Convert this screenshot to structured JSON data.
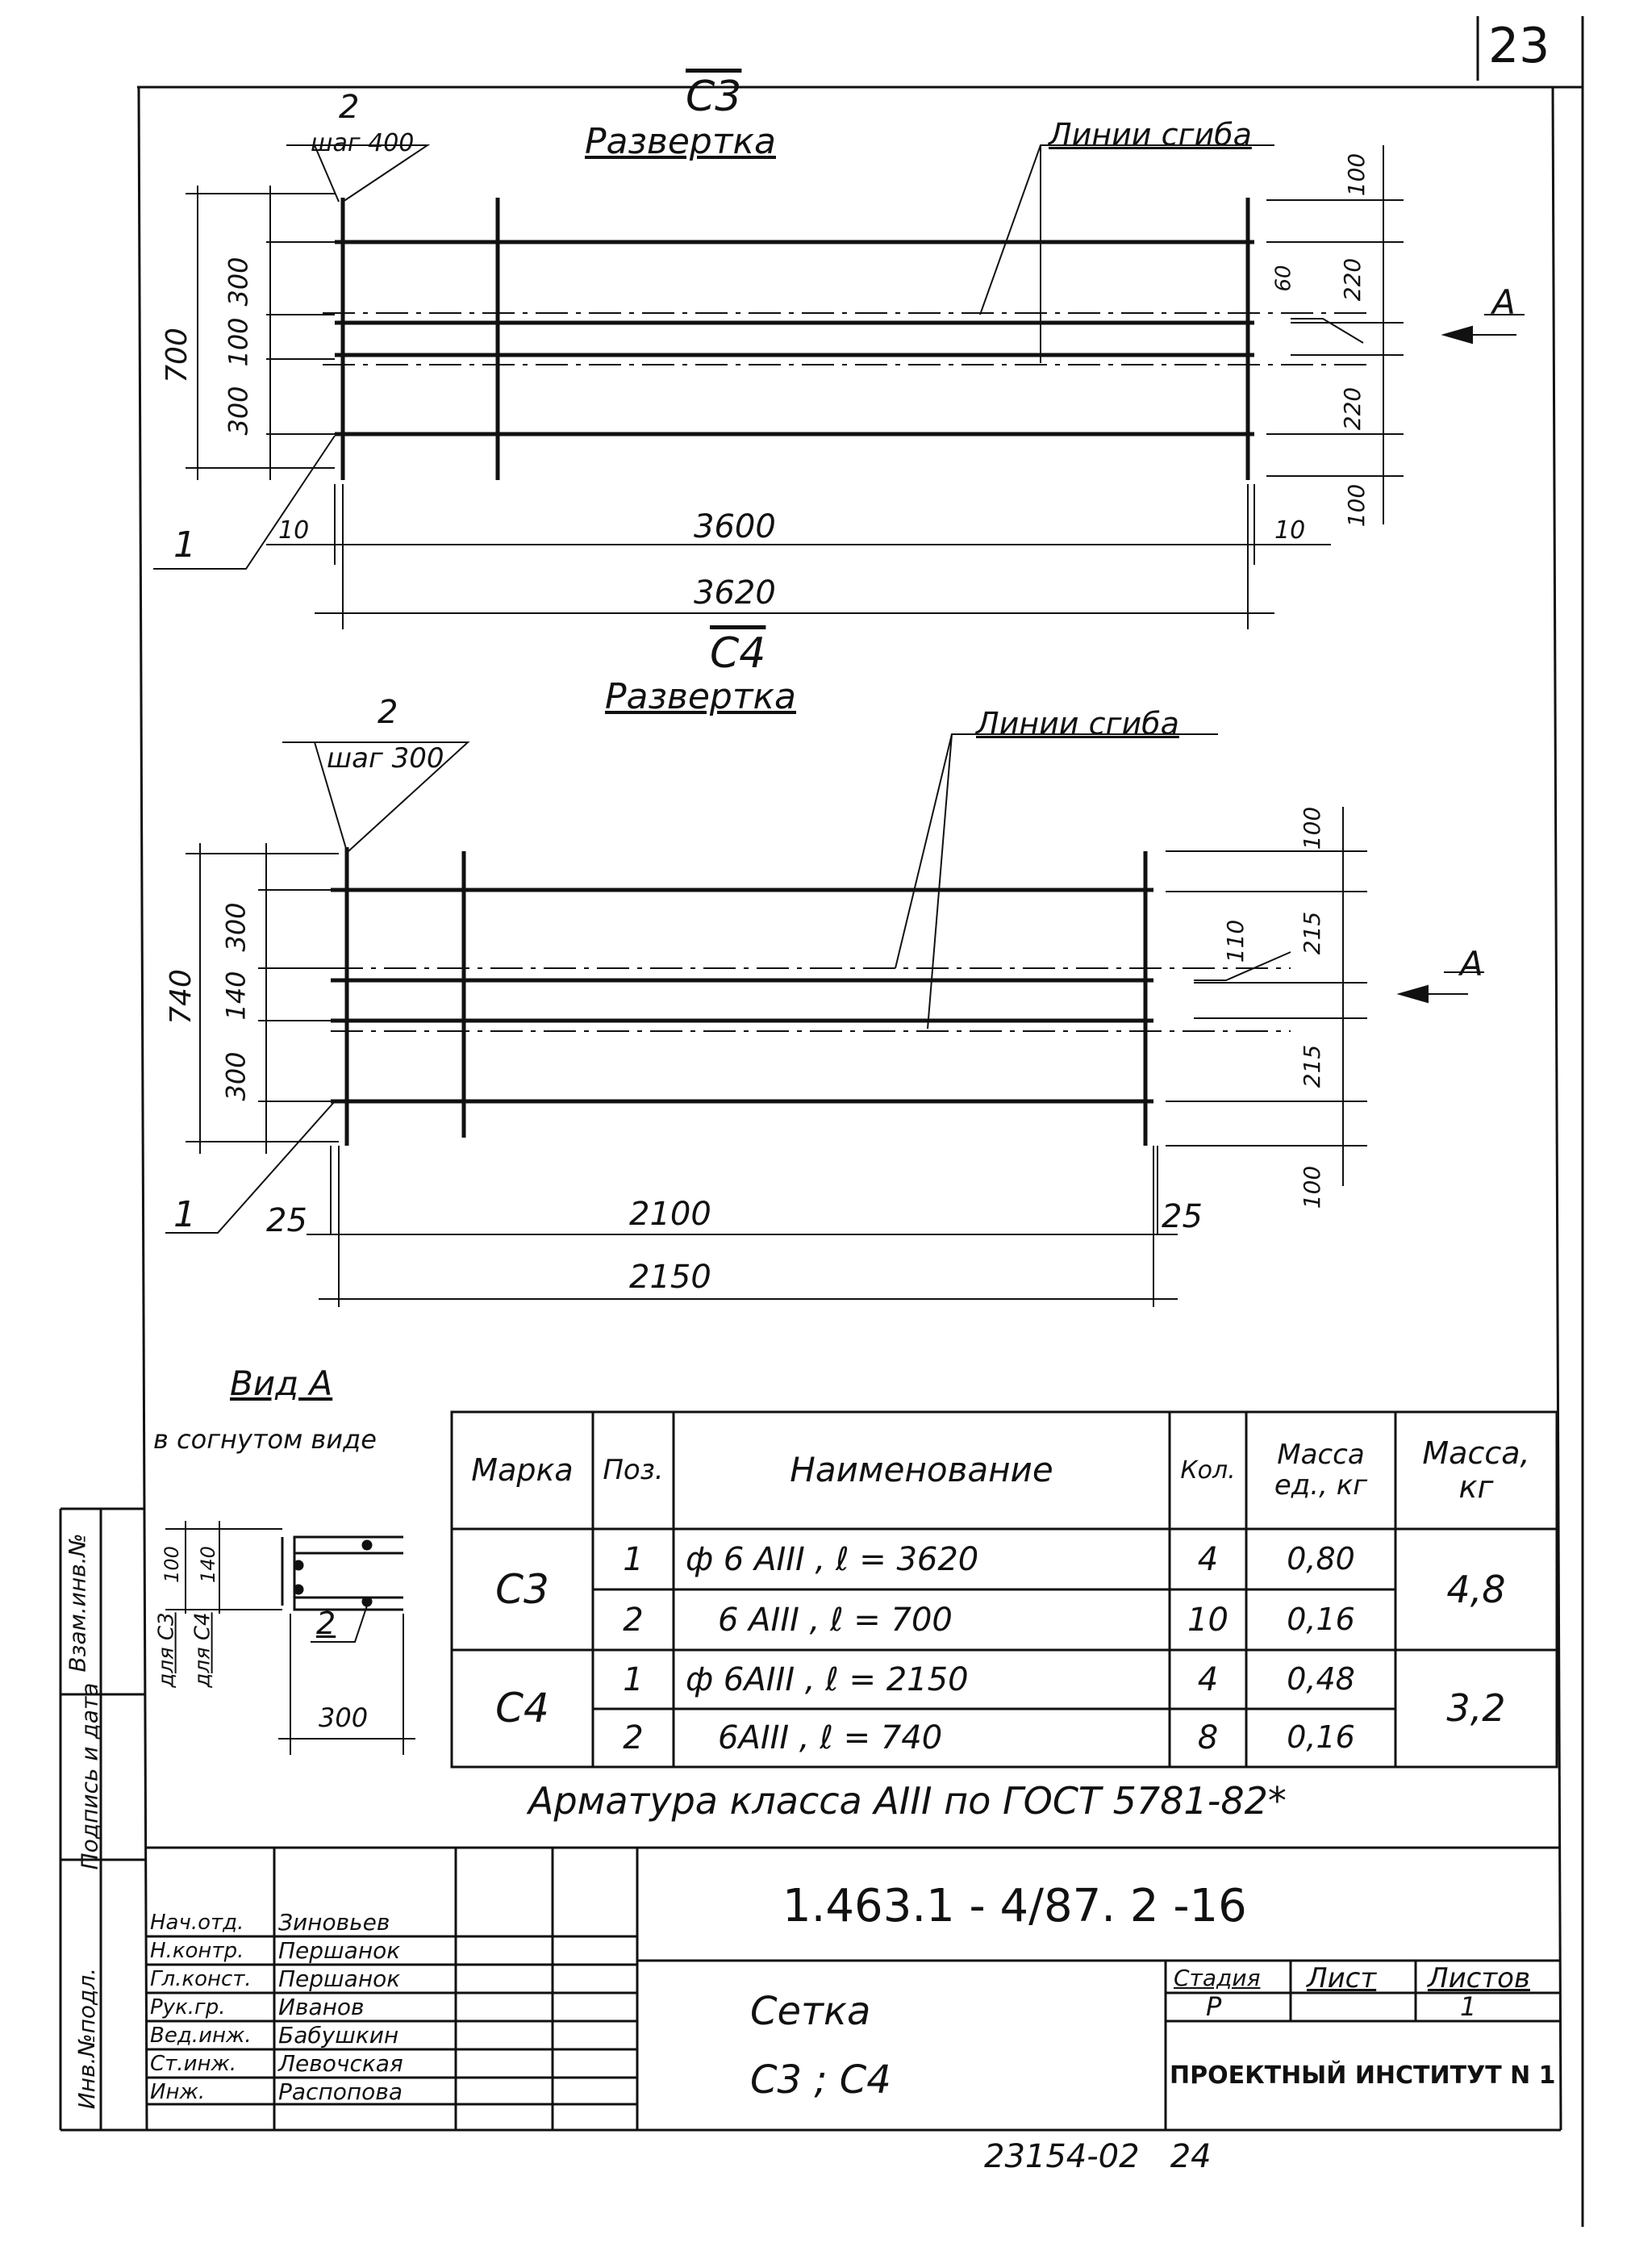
{
  "sheet_number": "23",
  "c3": {
    "title": "С3",
    "subtitle": "Развертка",
    "pos2_label": "2",
    "pitch": "шаг 400",
    "bend_lines_label": "Линии сгиба",
    "pos1_label": "1",
    "dims_left": [
      "300",
      "100",
      "300"
    ],
    "dim_total_height": "700",
    "dims_right": [
      "100",
      "220",
      "60",
      "220",
      "100"
    ],
    "dim_offset_left": "10",
    "dim_offset_right": "10",
    "dim_inner": "3600",
    "dim_total": "3620",
    "view_arrow": "А"
  },
  "c4": {
    "title": "С4",
    "subtitle": "Развертка",
    "pos2_label": "2",
    "pitch": "шаг 300",
    "bend_lines_label": "Линии сгиба",
    "pos1_label": "1",
    "dims_left": [
      "300",
      "140",
      "300"
    ],
    "dim_total_height": "740",
    "dims_right": [
      "100",
      "215",
      "110",
      "215",
      "100"
    ],
    "dim_offset_left": "25",
    "dim_offset_right": "25",
    "dim_inner": "2100",
    "dim_total": "2150",
    "view_arrow": "А"
  },
  "view_a": {
    "title": "Вид А",
    "subtitle": "в согнутом виде",
    "label_c3": "для С3",
    "label_c4": "для С4",
    "dim_c3": "100",
    "dim_c4": "140",
    "pos_label": "2",
    "width_dim": "300"
  },
  "spec_table": {
    "headers": [
      "Марка",
      "Поз.",
      "Наименование",
      "Кол.",
      "Масса ед., кг",
      "Масса, кг"
    ],
    "groups": [
      {
        "mark": "С3",
        "total_mass": "4,8",
        "rows": [
          {
            "pos": "1",
            "name": "ф 6 АIII , ℓ = 3620",
            "qty": "4",
            "unit_mass": "0,80"
          },
          {
            "pos": "2",
            "name": "6 АIII , ℓ = 700",
            "qty": "10",
            "unit_mass": "0,16"
          }
        ]
      },
      {
        "mark": "С4",
        "total_mass": "3,2",
        "rows": [
          {
            "pos": "1",
            "name": "ф 6АIII , ℓ = 2150",
            "qty": "4",
            "unit_mass": "0,48"
          },
          {
            "pos": "2",
            "name": "6АIII , ℓ = 740",
            "qty": "8",
            "unit_mass": "0,16"
          }
        ]
      }
    ],
    "note": "Арматура класса АIII по ГОСТ 5781-82*"
  },
  "title_block": {
    "doc_code": "1.463.1 - 4/87. 2 -16",
    "name_line1": "Сетка",
    "name_line2": "С3 ; С4",
    "stage_header": "Стадия",
    "sheet_header": "Лист",
    "sheets_header": "Листов",
    "stage": "Р",
    "sheet": "",
    "sheets": "1",
    "organization": "ПРОЕКТНЫЙ ИНСТИТУТ N 1",
    "people": [
      {
        "role": "Нач.отд.",
        "name": "Зиновьев"
      },
      {
        "role": "Н.контр.",
        "name": "Першанок"
      },
      {
        "role": "Гл.конст.",
        "name": "Першанок"
      },
      {
        "role": "Рук.гр.",
        "name": "Иванов"
      },
      {
        "role": "Вед.инж.",
        "name": "Бабушкин"
      },
      {
        "role": "Ст.инж.",
        "name": "Левочская"
      },
      {
        "role": "Инж.",
        "name": "Распопова"
      }
    ]
  },
  "side_stamp": [
    "Инв.№подл.",
    "Подпись и дата",
    "Взам.инв.№"
  ],
  "bottom_number": "23154-02   24"
}
